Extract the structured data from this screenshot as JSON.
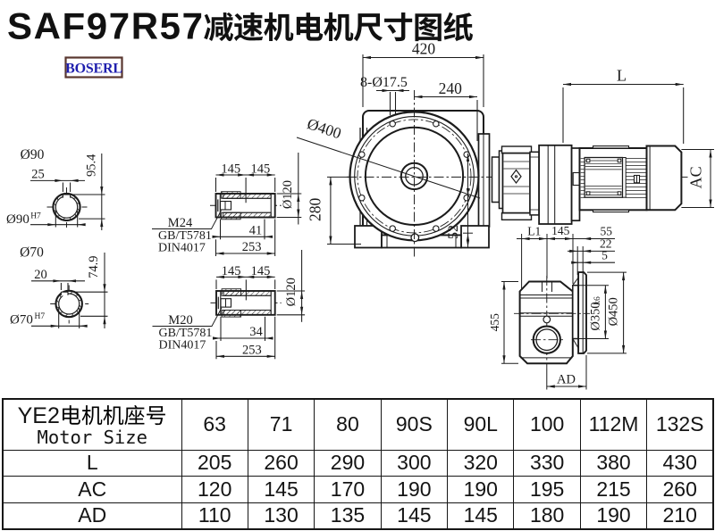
{
  "title": {
    "latin": "SAF97R57",
    "cjk": "减速机电机尺寸图纸",
    "full": "SAF97R57减速机电机尺寸图纸"
  },
  "logo": {
    "text": "BOSERL"
  },
  "drawing": {
    "hollow_shaft_90": {
      "od": "Ø90",
      "key_width": "25",
      "key_depth": "95.4",
      "bore": "Ø90",
      "bore_tol": "H7"
    },
    "hollow_shaft_70": {
      "od": "Ø70",
      "key_width": "20",
      "key_depth": "74.9",
      "bore": "Ø70",
      "bore_tol": "H7"
    },
    "shaft_end_m24": {
      "len1": "145",
      "len2": "145",
      "od": "Ø120",
      "screw": "M24",
      "std1": "GB/T5781",
      "std2": "DIN4017",
      "screw_len": "41",
      "total_len": "253"
    },
    "shaft_end_m20": {
      "len1": "145",
      "len2": "145",
      "od": "Ø120",
      "screw": "M20",
      "std1": "GB/T5781",
      "std2": "DIN4017",
      "screw_len": "34",
      "total_len": "253"
    },
    "front_view": {
      "width": "420",
      "bolt_holes": "8-Ø17.5",
      "half_width": "240",
      "flange_dia": "Ø400",
      "height_below_axis": "280",
      "foot_height": "52"
    },
    "motor_view": {
      "length": "L",
      "dia": "AC"
    },
    "side_view": {
      "l1": "L1",
      "len": "145",
      "d55": "55",
      "d22": "22",
      "d5": "5",
      "height": "455",
      "spigot": "Ø350",
      "spigot_tol": "k6",
      "flange": "Ø450",
      "ad": "AD"
    }
  },
  "table": {
    "header_latin": "YE2",
    "header_cjk": "电机机座号",
    "header_en": "Motor Size",
    "columns": [
      "63",
      "71",
      "80",
      "90S",
      "90L",
      "100",
      "112M",
      "132S"
    ],
    "rows": [
      {
        "label": "L",
        "values": [
          "205",
          "260",
          "290",
          "300",
          "320",
          "330",
          "380",
          "430"
        ]
      },
      {
        "label": "AC",
        "values": [
          "120",
          "145",
          "170",
          "190",
          "190",
          "195",
          "215",
          "260"
        ]
      },
      {
        "label": "AD",
        "values": [
          "110",
          "130",
          "135",
          "145",
          "145",
          "180",
          "190",
          "210"
        ]
      }
    ]
  }
}
